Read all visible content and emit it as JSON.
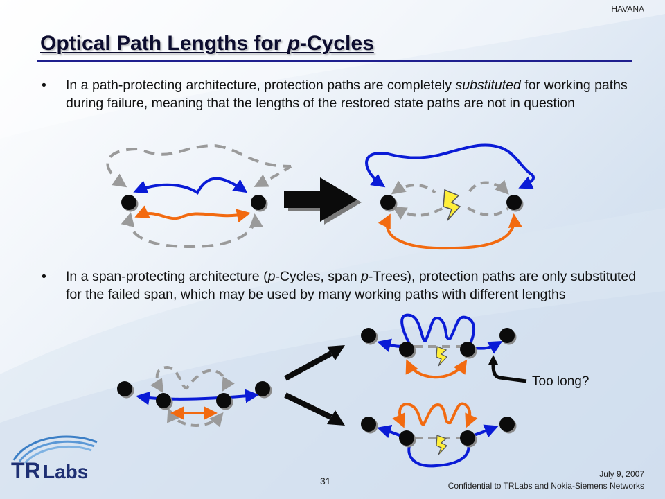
{
  "header": {
    "tag": "HAVANA"
  },
  "slide": {
    "title_part1": "Optical Path Lengths for ",
    "title_italic": "p",
    "title_part2": "-Cycles",
    "bullet_symbol": "•",
    "bullet1": {
      "pre": "In a path-protecting architecture, protection paths are completely ",
      "em": "substituted",
      "post": " for working paths during failure, meaning that the lengths of the restored state paths are not in question"
    },
    "bullet2": {
      "pre": "In a span-protecting architecture (",
      "em1": "p",
      "mid": "-Cycles, span ",
      "em2": "p",
      "post": "-Trees), protection paths are only substituted for the failed span, which may be used by many working paths with different lengths"
    },
    "annotation": "Too long?"
  },
  "logo": {
    "text_tr": "TR",
    "text_labs": "Labs"
  },
  "footer": {
    "date": "July 9, 2007",
    "confidential": "Confidential to TRLabs and Nokia-Siemens Networks",
    "page_number": "31"
  },
  "colors": {
    "working_path": "#0a1bd6",
    "protection_path": "#f26a10",
    "backup_dashed": "#9a9a9a",
    "title_rule": "#1f1f8e",
    "lightning": "#ffef3a"
  }
}
